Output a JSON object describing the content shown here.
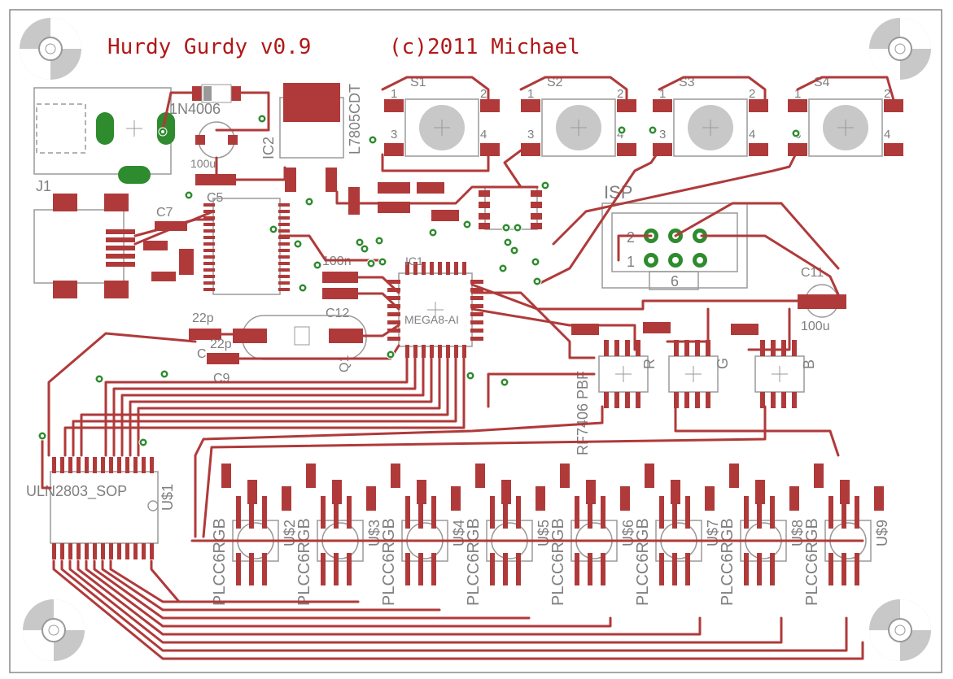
{
  "board": {
    "title": "Hurdy Gurdy v0.9",
    "copyright": "(c)2011 Michael"
  },
  "colors": {
    "copper": "#b03a3a",
    "via": "#2e8b2e",
    "silkscreen": "#7f7f7f",
    "title": "#b01818",
    "board_outline": "#888888"
  },
  "labels": {
    "j1": "J1",
    "diode": "1N4006",
    "ic2": "IC2",
    "regulator": "L7805CDT",
    "cap_100u_top": "100u",
    "c5": "C5",
    "c7": "C7",
    "c100n_a": "100n",
    "c12": "C12",
    "c22p": "22p",
    "c22p_b": "22p",
    "c_c": "C",
    "c9": "C9",
    "q1": "Q1",
    "ic1": "IC1",
    "mcu": "MEGA8-AI",
    "isp": "ISP",
    "isp_pin2": "2",
    "isp_pin1": "1",
    "isp_pin6": "6",
    "c11": "C11",
    "cap_100u": "100u",
    "uln": "ULN2803_SOP",
    "us1": "U$1",
    "rf": "RF7406 PBF",
    "r_label": "R",
    "g_label": "G",
    "b_label": "B",
    "switches": [
      {
        "name": "S1",
        "p1": "1",
        "p2": "2",
        "p3": "3",
        "p4": "4"
      },
      {
        "name": "S2",
        "p1": "1",
        "p2": "2",
        "p3": "3",
        "p4": "4"
      },
      {
        "name": "S3",
        "p1": "1",
        "p2": "2",
        "p3": "3",
        "p4": "4"
      },
      {
        "name": "S4",
        "p1": "1",
        "p2": "2",
        "p3": "3",
        "p4": "4"
      }
    ],
    "leds": [
      {
        "pkg": "PLCC6RGB",
        "ref": "U$2"
      },
      {
        "pkg": "PLCC6RGB",
        "ref": "U$3"
      },
      {
        "pkg": "PLCC6RGB",
        "ref": "U$4"
      },
      {
        "pkg": "PLCC6RGB",
        "ref": "U$5"
      },
      {
        "pkg": "PLCC6RGB",
        "ref": "U$6"
      },
      {
        "pkg": "PLCC6RGB",
        "ref": "U$7"
      },
      {
        "pkg": "PLCC6RGB",
        "ref": "U$8"
      },
      {
        "pkg": "PLCC6RGB",
        "ref": "U$9"
      }
    ]
  }
}
